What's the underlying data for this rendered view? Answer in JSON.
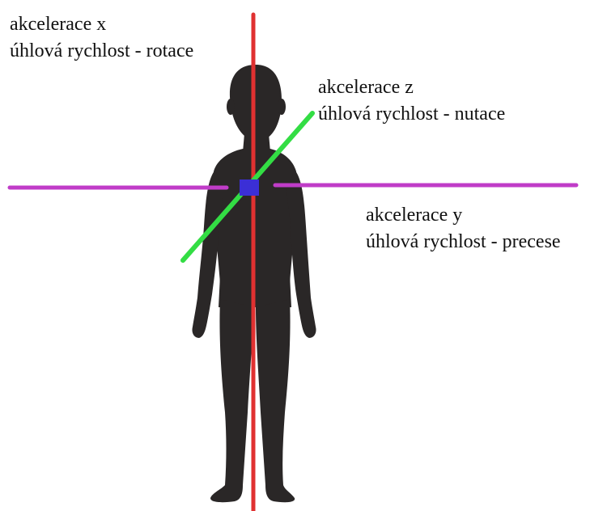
{
  "axes": {
    "x": {
      "acceleration_label": "akcelerace x",
      "angular_label": "úhlová rychlost - rotace",
      "color": "#e03131"
    },
    "z": {
      "acceleration_label": "akcelerace z",
      "angular_label": "úhlová rychlost - nutace",
      "color": "#33dd44"
    },
    "y": {
      "acceleration_label": "akcelerace y",
      "angular_label": "úhlová rychlost - precese",
      "color": "#c03cc8"
    }
  },
  "sensor": {
    "color": "#3b2fd6"
  },
  "figure": {
    "color": "#2a2727"
  }
}
